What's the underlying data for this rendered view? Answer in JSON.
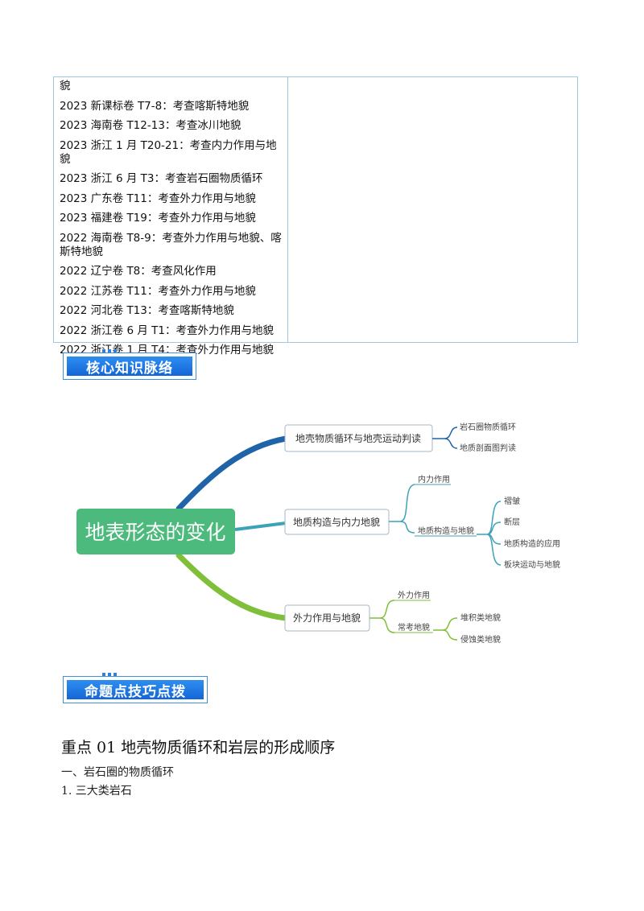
{
  "exam_list": [
    "貌",
    "2023 新课标卷 T7-8：考查喀斯特地貌",
    "2023 海南卷 T12-13：考查冰川地貌",
    "2023 浙江 1 月 T20-21：考查内力作用与地貌",
    "2023 浙江 6 月 T3：考查岩石圈物质循环",
    "2023 广东卷 T11：考查外力作用与地貌",
    "2023 福建卷 T19：考查外力作用与地貌",
    [
      "2022 海南卷 T8-9：考查外力作用与地貌、喀",
      "斯特地貌"
    ],
    "2022 辽宁卷 T8：考查风化作用",
    "2022 江苏卷 T11：考查外力作用与地貌",
    "2022 河北卷 T13：考查喀斯特地貌",
    "2022 浙江卷 6 月 T1：考查外力作用与地貌",
    "2022 浙江卷 1 月 T4：考查外力作用与地貌"
  ],
  "banners": {
    "core": "核心知识脉络",
    "tips": "命题点技巧点拨"
  },
  "mindmap": {
    "root": "地表形态的变化",
    "branch1": {
      "label": "地壳物质循环与地壳运动判读",
      "children": [
        "岩石圈物质循环",
        "地质剖面图判读"
      ]
    },
    "branch2": {
      "label": "地质构造与内力地貌",
      "child1": "内力作用",
      "child2": "地质构造与地貌",
      "grandchildren": [
        "褶皱",
        "断层",
        "地质构造的应用",
        "板块运动与地貌"
      ]
    },
    "branch3": {
      "label": "外力作用与地貌",
      "child1": "外力作用",
      "child2": "常考地貌",
      "grandchildren": [
        "堆积类地貌",
        "侵蚀类地貌"
      ]
    },
    "colors": {
      "root_fill": "#4dba7d",
      "branch1": "#1f63a8",
      "branch2": "#3ba2b8",
      "branch3": "#7fbf3a"
    }
  },
  "section": {
    "title": "重点 01  地壳物质循环和岩层的形成顺序",
    "sub1": "一、岩石圈的物质循环",
    "sub2": "1. 三大类岩石"
  }
}
